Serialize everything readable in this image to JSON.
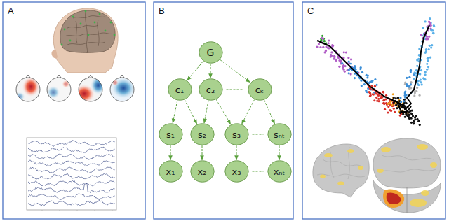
{
  "diagram": {
    "nodes": [
      {
        "text": [
          "G"
        ]
      },
      {
        "text": [
          "c₁"
        ]
      },
      {
        "text": [
          "c₂"
        ]
      },
      {
        "text": [
          "cₖ"
        ]
      },
      {
        "text": [
          "s₁"
        ]
      },
      {
        "text": [
          "s₂"
        ]
      },
      {
        "text": [
          "s₃"
        ]
      },
      {
        "text": [
          "sₙₜ"
        ]
      },
      {
        "text": [
          "x₁"
        ]
      },
      {
        "text": [
          "x₂"
        ]
      },
      {
        "text": [
          "x₃"
        ]
      },
      {
        "text": [
          "xₙₜ"
        ]
      }
    ],
    "edges": [
      {
        "from": 0,
        "to": 1,
        "arrow": "to"
      },
      {
        "from": 0,
        "to": 2,
        "arrow": "to"
      },
      {
        "from": 0,
        "to": 3,
        "arrow": "to"
      },
      {
        "from": 2,
        "to": 3,
        "arrow": "none"
      },
      {
        "from": 1,
        "to": 4,
        "arrow": "to"
      },
      {
        "from": 1,
        "to": 5,
        "arrow": "to"
      },
      {
        "from": 2,
        "to": 5,
        "arrow": "to"
      },
      {
        "from": 2,
        "to": 6,
        "arrow": "to"
      },
      {
        "from": 3,
        "to": 6,
        "arrow": "to"
      },
      {
        "from": 3,
        "to": 7,
        "arrow": "to"
      },
      {
        "from": 6,
        "to": 7,
        "arrow": "none"
      },
      {
        "from": 4,
        "to": 8,
        "arrow": "to"
      },
      {
        "from": 5,
        "to": 9,
        "arrow": "to"
      },
      {
        "from": 6,
        "to": 10,
        "arrow": "to"
      },
      {
        "from": 7,
        "to": 11,
        "arrow": "to"
      },
      {
        "from": 10,
        "to": 11,
        "arrow": "none"
      }
    ],
    "labels": [
      "A",
      "B",
      "C"
    ]
  }
}
